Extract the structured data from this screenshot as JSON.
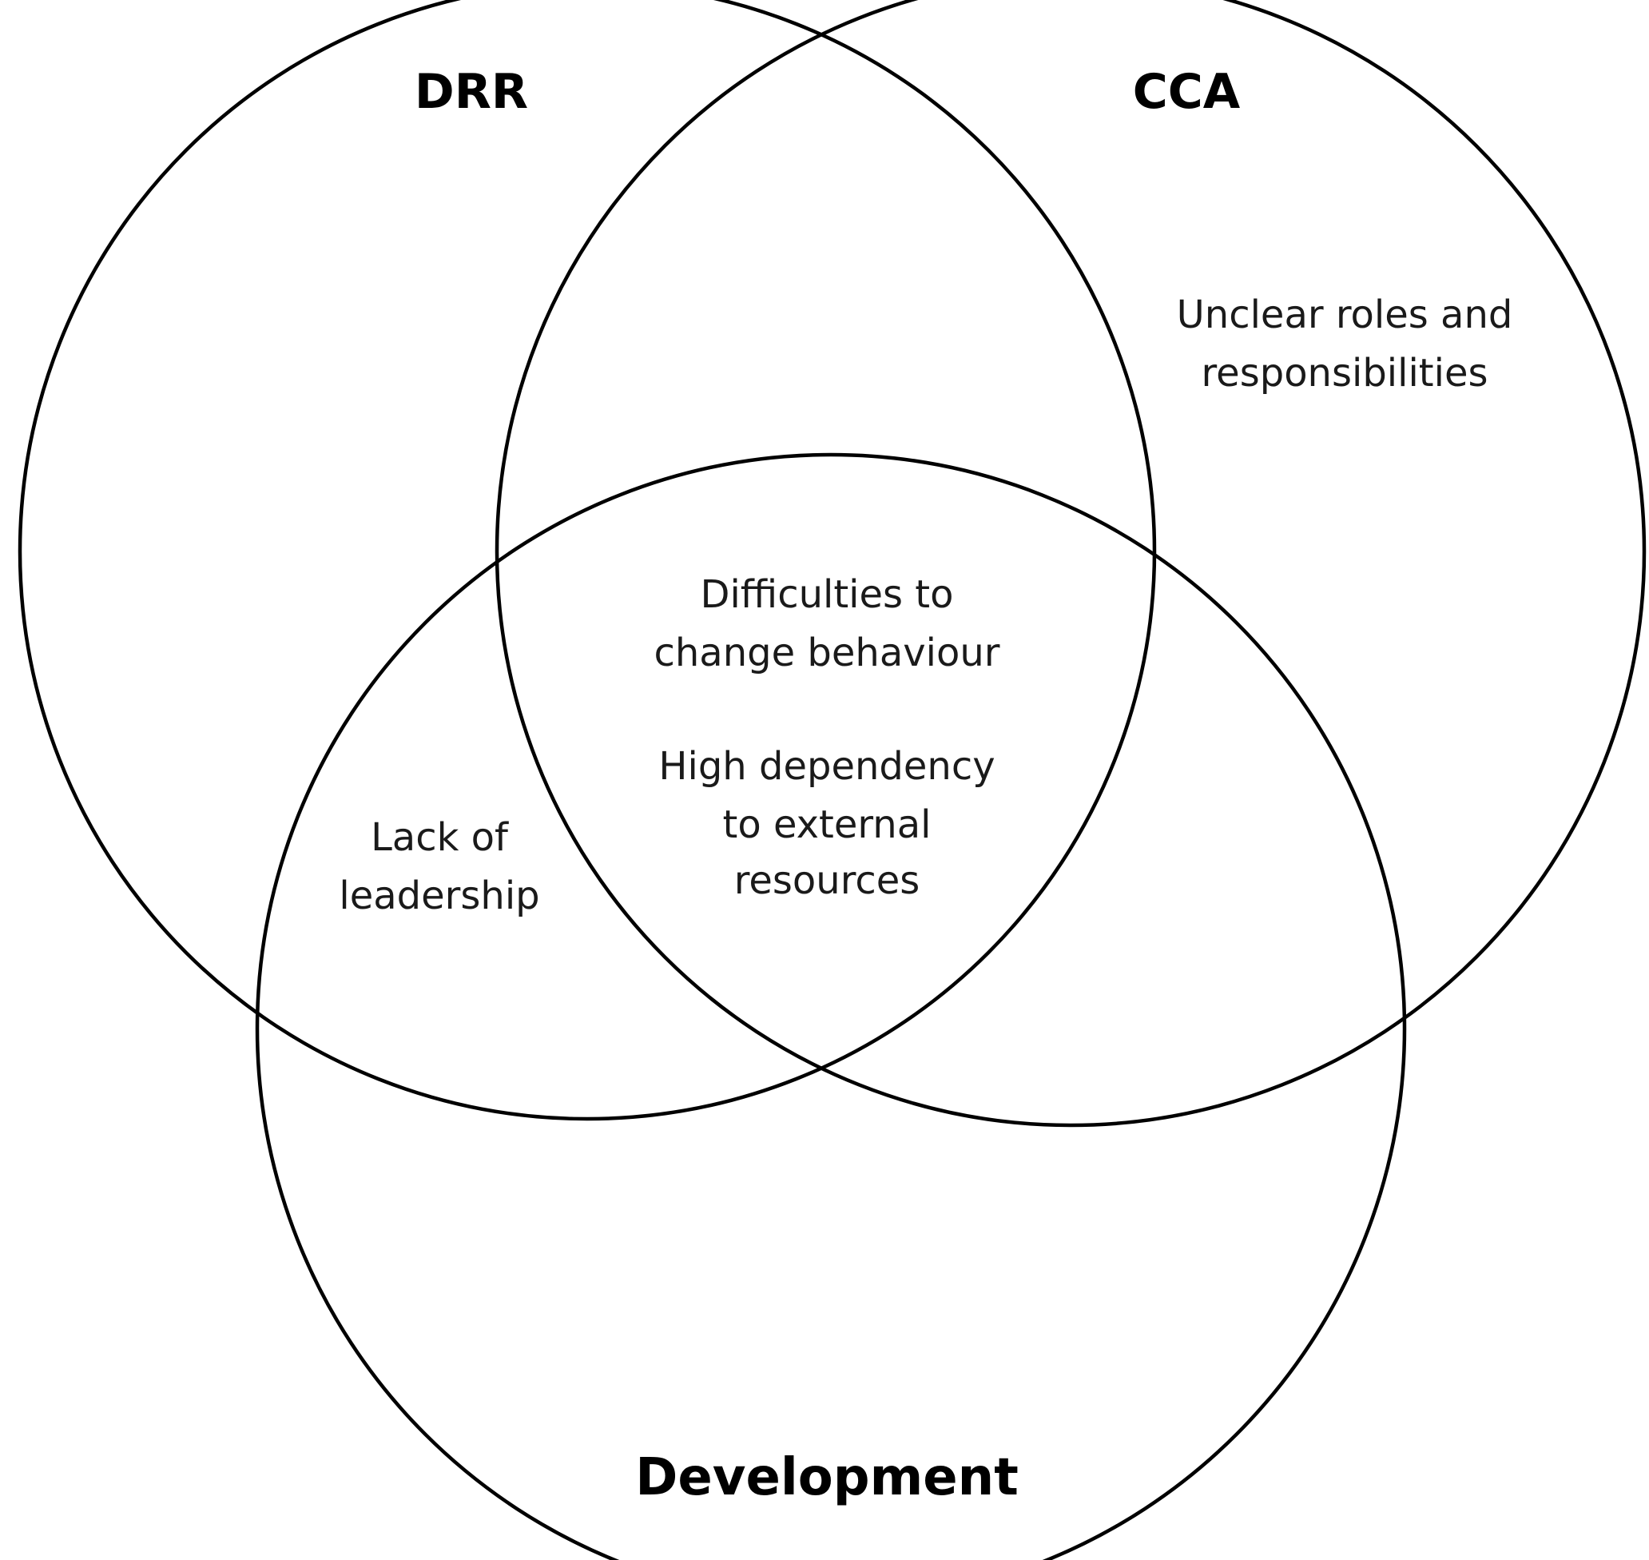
{
  "sets": {
    "drr": "DRR",
    "cca": "CCA",
    "development": "Development"
  },
  "regions": {
    "cca_only": [
      "Unclear roles and",
      "responsibilities"
    ],
    "drr_development": [
      "Lack of",
      "leadership"
    ],
    "center_block_1": [
      "Difficulties to",
      "change behaviour"
    ],
    "center_block_2": [
      "High dependency",
      "to external",
      "resources"
    ]
  },
  "colors": {
    "stroke": "#000000",
    "background": "#ffffff"
  }
}
